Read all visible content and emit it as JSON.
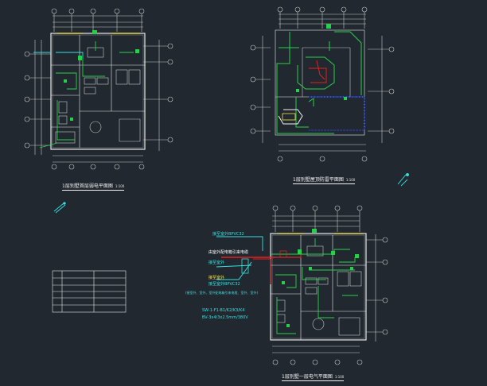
{
  "colors": {
    "background": "#212830",
    "wall": "#e8e8e8",
    "axis": "#c8c8c8",
    "wire_green": "#27d04a",
    "wire_red": "#e02020",
    "wire_blue": "#2040ff",
    "cyan": "#35e0e0",
    "yellow": "#f5e04a"
  },
  "drawings": {
    "plan1": {
      "title": "1层别墅首层弱电平面图",
      "scale": "1:100"
    },
    "plan2": {
      "title": "1层别墅屋顶防雷平面图",
      "scale": "1:100"
    },
    "plan3": {
      "title": "1层别墅一层电气平面图",
      "scale": "1:100"
    }
  },
  "annotations": [
    {
      "id": "a1",
      "text": "接至室外BPVC32",
      "color": "cyan"
    },
    {
      "id": "a2",
      "text": "由室外配电箱引来电缆",
      "color": "white"
    },
    {
      "id": "a3",
      "text": "接至室外",
      "color": "cyan"
    },
    {
      "id": "a4",
      "text": "接至室外",
      "color": "yellow"
    },
    {
      "id": "a5",
      "text": "接至室外BPVC32",
      "color": "cyan"
    },
    {
      "id": "a6",
      "text": "(接室外、室外、室外配电箱引来电缆、室外、室外)",
      "color": "cyan"
    },
    {
      "id": "a7",
      "text": "SW-1-F1-B1/K2/K3/K4",
      "color": "cyan"
    },
    {
      "id": "a8",
      "text": "BV-3x4/3x2.5mm/380V",
      "color": "cyan"
    }
  ],
  "legend_table": {
    "rows": 6,
    "cols": 3
  }
}
